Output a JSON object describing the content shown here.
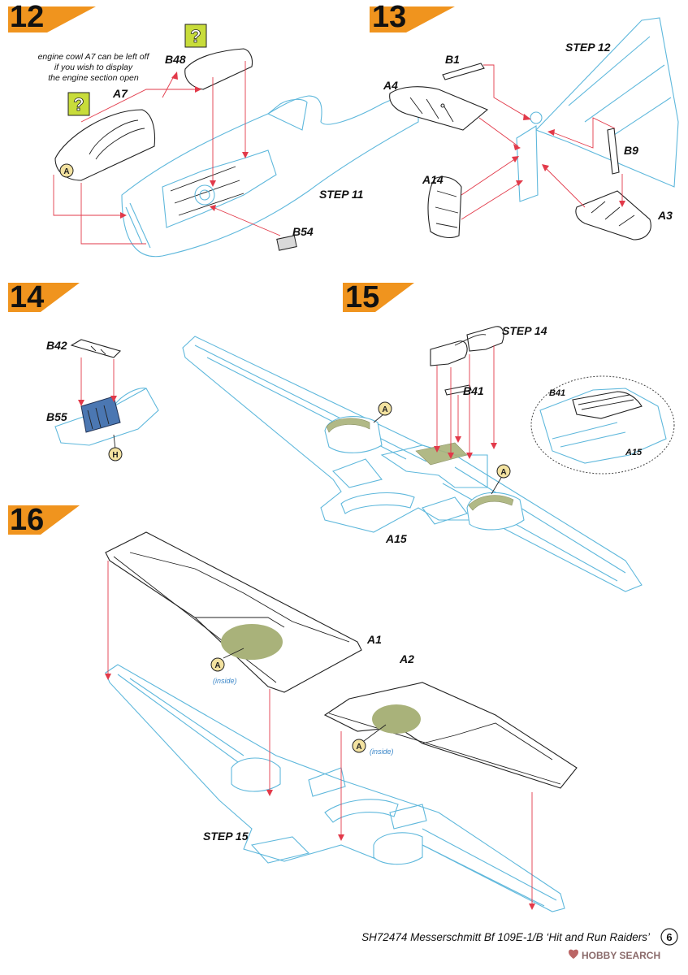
{
  "steps": [
    {
      "number": "12",
      "labels": {
        "a7": "A7",
        "b48": "B48",
        "b54": "B54",
        "ref_step": "STEP 11"
      },
      "note_lines": [
        "engine cowl A7  can be left off",
        "if you wish to display",
        "the engine section open"
      ],
      "marker": "?",
      "paint_code": "A"
    },
    {
      "number": "13",
      "labels": {
        "b1": "B1",
        "a4": "A4",
        "a14": "A14",
        "b9": "B9",
        "a3": "A3",
        "ref_step": "STEP 12"
      }
    },
    {
      "number": "14",
      "labels": {
        "b42": "B42",
        "b55": "B55"
      },
      "paint_code": "H"
    },
    {
      "number": "15",
      "labels": {
        "a15": "A15",
        "b41": "B41",
        "ref_step": "STEP 14"
      },
      "detail_labels": {
        "b41": "B41",
        "a15": "A15"
      },
      "paint_code": "A"
    },
    {
      "number": "16",
      "labels": {
        "a1": "A1",
        "a2": "A2",
        "ref_step": "STEP 15"
      },
      "paint_code": "A",
      "paint_note": "(inside)"
    }
  ],
  "footer": {
    "kit_title": "SH72474 Messerschmitt Bf 109E-1/B ‘Hit and Run Raiders’",
    "page_number": "6",
    "watermark": "HOBBY SEARCH"
  },
  "colors": {
    "step_banner": "#f0941e",
    "part_outline_blue": "#5fb8dc",
    "arrow_red": "#e23a4a",
    "paint_green": "#a9b27a",
    "marker_green": "#c8dc3a",
    "paint_badge": "#f3e2a0"
  }
}
